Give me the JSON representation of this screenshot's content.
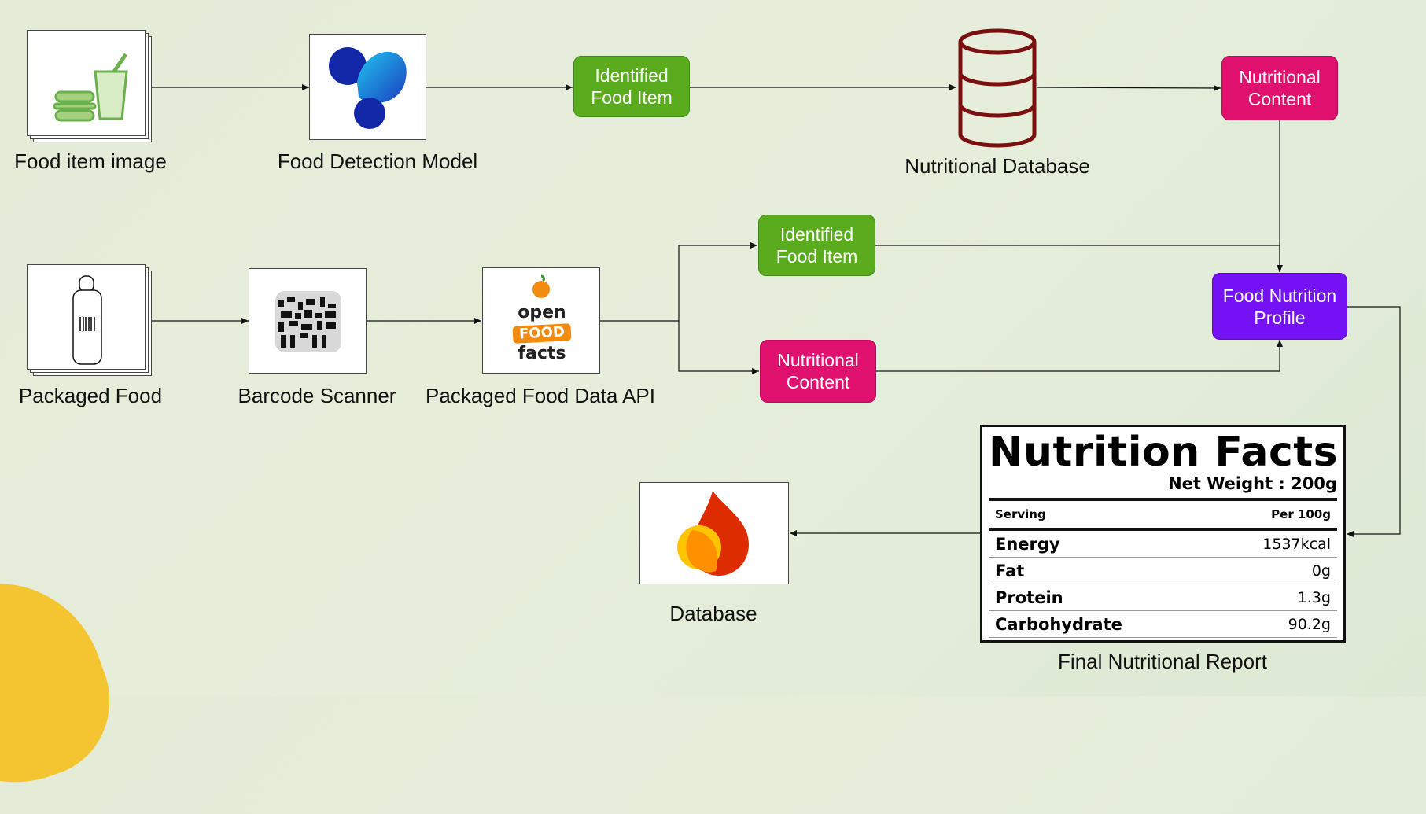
{
  "labels": {
    "food_image": "Food item image",
    "detection_model": "Food Detection Model",
    "nutritional_db": "Nutritional Database",
    "packaged_food": "Packaged Food",
    "barcode_scanner": "Barcode Scanner",
    "packaged_api": "Packaged Food Data API",
    "database": "Database",
    "final_report": "Final Nutritional Report"
  },
  "boxes": {
    "identified_top_1": "Identified",
    "identified_top_2": "Food Item",
    "content_top_1": "Nutritional",
    "content_top_2": "Content",
    "identified_mid_1": "Identified",
    "identified_mid_2": "Food Item",
    "content_mid_1": "Nutritional",
    "content_mid_2": "Content",
    "profile_1": "Food Nutrition",
    "profile_2": "Profile"
  },
  "off_logo": {
    "line1": "open",
    "line2": "FOOD",
    "line3": "facts"
  },
  "nutrition_facts": {
    "title": "Nutrition Facts",
    "net_weight": "Net Weight : 200g",
    "serving_label": "Serving",
    "per_label": "Per 100g",
    "rows": [
      {
        "name": "Energy",
        "value": "1537kcal"
      },
      {
        "name": "Fat",
        "value": "0g"
      },
      {
        "name": "Protein",
        "value": "1.3g"
      },
      {
        "name": "Carbohydrate",
        "value": "90.2g"
      }
    ]
  },
  "colors": {
    "green": "#5aab1e",
    "pink": "#e0106f",
    "purple": "#7411f5",
    "db_red": "#7a0f0f",
    "accent_yellow": "#f5c531"
  },
  "icons": [
    "food-drink-icon",
    "detection-model-logo",
    "database-cylinder-icon",
    "bottle-barcode-icon",
    "barcode-scanner-icon",
    "open-food-facts-logo",
    "firebase-flame-icon"
  ]
}
